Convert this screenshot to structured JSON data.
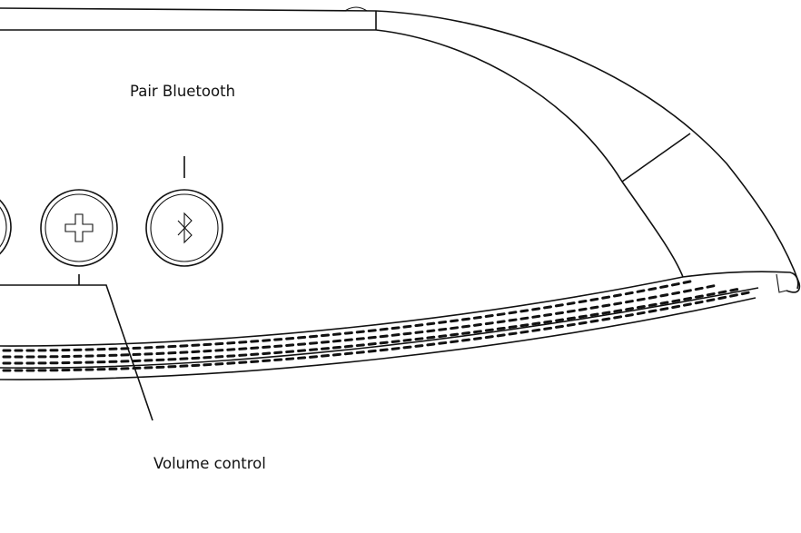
{
  "labels": {
    "pair_bluetooth": "Pair Bluetooth",
    "volume_control": "Volume control"
  },
  "buttons": [
    {
      "name": "volume-up-button",
      "icon": "plus-icon"
    },
    {
      "name": "bluetooth-button",
      "icon": "bluetooth-icon"
    }
  ],
  "colors": {
    "line": "#111111",
    "background": "#ffffff"
  }
}
